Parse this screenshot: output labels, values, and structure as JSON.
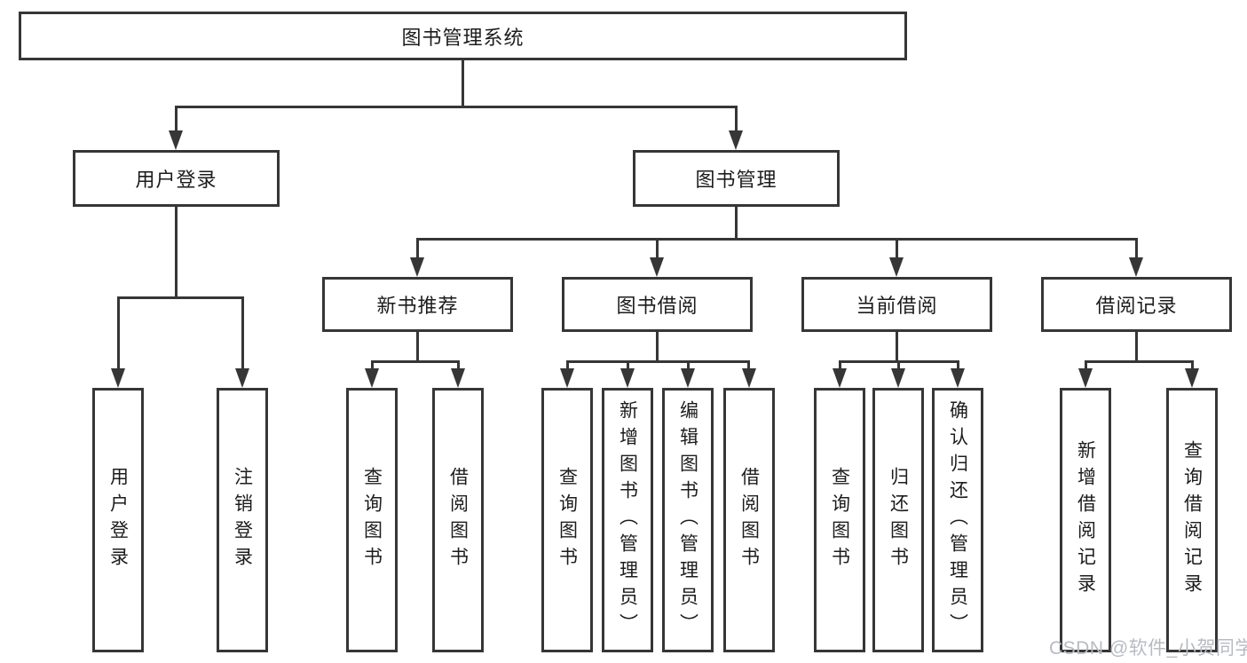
{
  "root": {
    "label": "图书管理系统"
  },
  "branches": [
    {
      "label": "用户登录",
      "leaves": [
        "用户登录",
        "注销登录"
      ]
    },
    {
      "label": "图书管理",
      "sections": [
        {
          "label": "新书推荐",
          "leaves": [
            "查询图书",
            "借阅图书"
          ]
        },
        {
          "label": "图书借阅",
          "leaves": [
            "查询图书",
            "新增图书（管理员）",
            "编辑图书（管理员）",
            "借阅图书"
          ]
        },
        {
          "label": "当前借阅",
          "leaves": [
            "查询图书",
            "归还图书",
            "确认归还（管理员）"
          ]
        },
        {
          "label": "借阅记录",
          "leaves": [
            "新增借阅记录",
            "查询借阅记录"
          ]
        }
      ]
    }
  ],
  "watermark": "CSDN @软件_小贺同学",
  "colors": {
    "line": "#363636",
    "text": "#1c1c1c",
    "watermark": "#b7bbc1",
    "background": "#ffffff"
  }
}
